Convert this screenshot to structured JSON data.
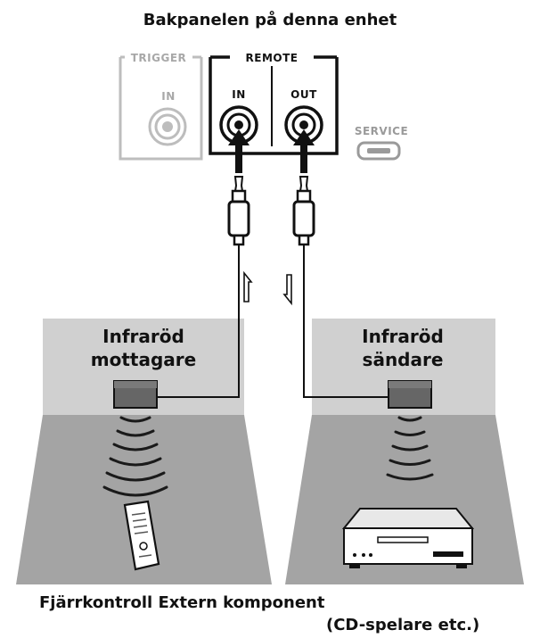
{
  "title": "Bakpanelen på denna enhet",
  "panel": {
    "trigger_label": "TRIGGER",
    "trigger_in": "IN",
    "remote_label": "REMOTE",
    "remote_in": "IN",
    "remote_out": "OUT",
    "service_label": "SERVICE"
  },
  "receiver": {
    "line1": "Infraröd",
    "line2": "mottagare"
  },
  "transmitter": {
    "line1": "Infraröd",
    "line2": "sändare"
  },
  "caption": {
    "line1": "Fjärrkontroll Extern komponent",
    "line2": "(CD-spelare etc.)"
  },
  "icons": [
    "jack-icon",
    "plug-icon",
    "ir-waves-icon",
    "remote-control-icon",
    "cd-player-icon"
  ]
}
